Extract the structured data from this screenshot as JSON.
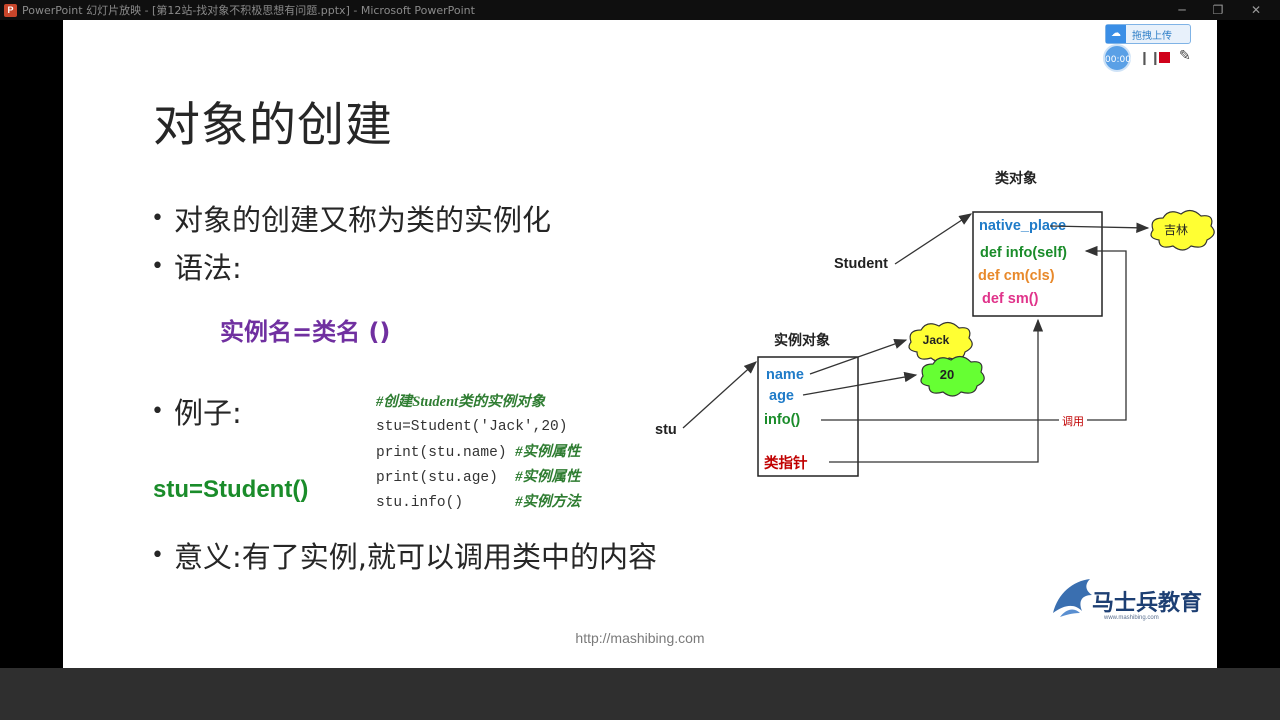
{
  "window": {
    "title": "PowerPoint 幻灯片放映 - [第12站-找对象不积极思想有问题.pptx] - Microsoft PowerPoint",
    "app_icon_letter": "P",
    "minimize": "─",
    "restore": "❐",
    "close": "✕"
  },
  "recorder": {
    "upload_label": "拖拽上传",
    "timer": "00:00"
  },
  "slide": {
    "title": "对象的创建",
    "bullet_dot": "•",
    "bullets": {
      "b1": "对象的创建又称为类的实例化",
      "b2": "语法:",
      "b3": "例子:",
      "b4": "意义:有了实例,就可以调用类中的内容"
    },
    "syntax": "实例名=类名 ()",
    "stu_big": "stu=Student()",
    "code": {
      "l1_comment": "#创建Student类的实例对象",
      "l2": "stu=Student('Jack',20)",
      "l3": "print(stu.name) ",
      "l3_comment": "#实例属性",
      "l4": "print(stu.age)  ",
      "l4_comment": "#实例属性",
      "l5": "stu.info()      ",
      "l5_comment": "#实例方法"
    },
    "url": "http://mashibing.com",
    "logo_text": "马士兵教育",
    "logo_sub": "www.mashibing.com"
  },
  "diagram": {
    "class_object_label": "类对象",
    "student_label": "Student",
    "class_members": {
      "native_place": "native_place",
      "info": "def info(self)",
      "cm": "def cm(cls)",
      "sm": "def sm()"
    },
    "jilin": "吉林",
    "instance_label": "实例对象",
    "instance_members": {
      "name": "name",
      "age": "age",
      "info": "info()",
      "class_pointer": "类指针"
    },
    "jack": "Jack",
    "age_value": "20",
    "stu_label": "stu",
    "call_label": "调用",
    "colors": {
      "blue": "#1f7bc8",
      "green": "#1a8c2a",
      "orange": "#e8892b",
      "pink": "#e0338a",
      "red": "#c00000",
      "cloud_yellow": "#ffff33",
      "cloud_green": "#66ff33"
    }
  }
}
